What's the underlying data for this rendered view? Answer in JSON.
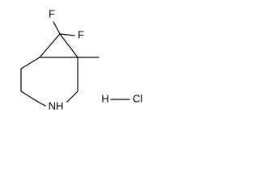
{
  "molecule": {
    "atoms": {
      "fluorine_1": "F",
      "fluorine_2": "F",
      "nitrogen_h": "NH"
    },
    "salt": {
      "hydrogen": "H",
      "chlorine": "Cl"
    }
  },
  "colors": {
    "bond": "#000000",
    "background": "#ffffff"
  }
}
